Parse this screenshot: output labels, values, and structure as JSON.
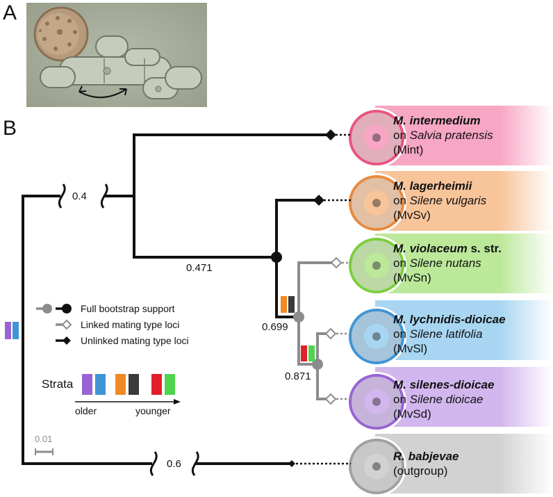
{
  "panels": {
    "a": "A",
    "b": "B"
  },
  "taxa": [
    {
      "genus": "M. intermedium",
      "genus_suffix": "",
      "host_prefix": "on ",
      "host": "Salvia pratensis",
      "code": "(Mint)",
      "band_color": "#f7a6c4",
      "ring_color": "#e8557f"
    },
    {
      "genus": "M. lagerheimii",
      "genus_suffix": "",
      "host_prefix": "on ",
      "host": "Silene vulgaris",
      "code": "(MvSv)",
      "band_color": "#f8c49a",
      "ring_color": "#e88a3c"
    },
    {
      "genus": "M. violaceum",
      "genus_suffix": " s. str.",
      "host_prefix": "on ",
      "host": "Silene nutans",
      "code": "(MvSn)",
      "band_color": "#bce89a",
      "ring_color": "#7ccf3c"
    },
    {
      "genus": "M. lychnidis-dioicae",
      "genus_suffix": "",
      "host_prefix": "on ",
      "host": "Silene latifolia",
      "code": "(MvSl)",
      "band_color": "#a8d6f2",
      "ring_color": "#3f95d4"
    },
    {
      "genus": "M. silenes-dioicae",
      "genus_suffix": "",
      "host_prefix": "on ",
      "host": "Silene dioicae",
      "code": "(MvSd)",
      "band_color": "#d2b6ee",
      "ring_color": "#9a63d4"
    },
    {
      "genus": "R. babjevae",
      "genus_suffix": "",
      "host_prefix": "",
      "host": "",
      "code": "(outgroup)",
      "band_color": "#d2d2d2",
      "ring_color": "#a0a0a0"
    }
  ],
  "branch_labels": {
    "root_break": "0.4",
    "outgroup_break": "0.6",
    "node_main": "0.471",
    "node_violaceum": "0.699",
    "node_dioicae": "0.871"
  },
  "legend": {
    "full_support": "Full bootstrap support",
    "linked": "Linked mating type loci",
    "unlinked": "Unlinked mating type loci"
  },
  "strata": {
    "title": "Strata",
    "older": "older",
    "younger": "younger",
    "colors": [
      "#9a63d4",
      "#3f95d4",
      "#f08a24",
      "#3a3a3a",
      "#e0202a",
      "#4fd44f"
    ]
  },
  "scale_bar": "0.01",
  "colors": {
    "tree_black": "#111111",
    "tree_gray": "#8c8c8c"
  }
}
